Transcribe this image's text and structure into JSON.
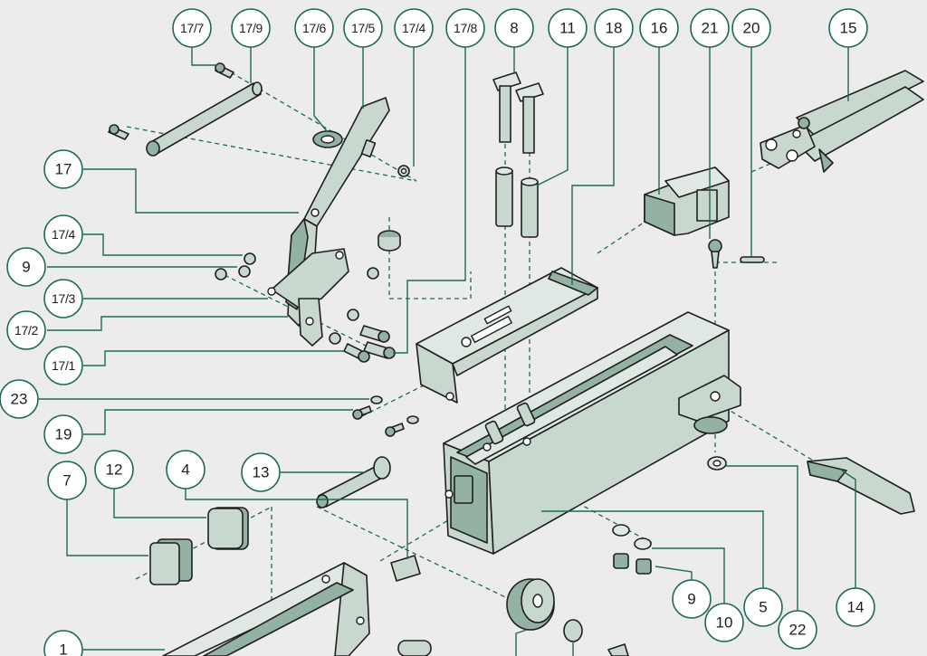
{
  "callouts": [
    {
      "id": "c-17-7",
      "label": "17/7"
    },
    {
      "id": "c-17-9",
      "label": "17/9"
    },
    {
      "id": "c-17-6",
      "label": "17/6"
    },
    {
      "id": "c-17-5",
      "label": "17/5"
    },
    {
      "id": "c-17-4a",
      "label": "17/4"
    },
    {
      "id": "c-17-8",
      "label": "17/8"
    },
    {
      "id": "c-8",
      "label": "8"
    },
    {
      "id": "c-11",
      "label": "11"
    },
    {
      "id": "c-18",
      "label": "18"
    },
    {
      "id": "c-16",
      "label": "16"
    },
    {
      "id": "c-21",
      "label": "21"
    },
    {
      "id": "c-20",
      "label": "20"
    },
    {
      "id": "c-15",
      "label": "15"
    },
    {
      "id": "c-17",
      "label": "17"
    },
    {
      "id": "c-17-4b",
      "label": "17/4"
    },
    {
      "id": "c-9a",
      "label": "9"
    },
    {
      "id": "c-17-3",
      "label": "17/3"
    },
    {
      "id": "c-17-2",
      "label": "17/2"
    },
    {
      "id": "c-17-1",
      "label": "17/1"
    },
    {
      "id": "c-23",
      "label": "23"
    },
    {
      "id": "c-19",
      "label": "19"
    },
    {
      "id": "c-7",
      "label": "7"
    },
    {
      "id": "c-12",
      "label": "12"
    },
    {
      "id": "c-4",
      "label": "4"
    },
    {
      "id": "c-13",
      "label": "13"
    },
    {
      "id": "c-1",
      "label": "1"
    },
    {
      "id": "c-9b",
      "label": "9"
    },
    {
      "id": "c-10",
      "label": "10"
    },
    {
      "id": "c-5",
      "label": "5"
    },
    {
      "id": "c-22",
      "label": "22"
    },
    {
      "id": "c-14",
      "label": "14"
    }
  ],
  "colors": {
    "background": "#ececec",
    "accent": "#1c6a52",
    "part_fill": "#c9d8cf",
    "part_shade": "#93b2a4",
    "outline": "#1f1f1f"
  }
}
